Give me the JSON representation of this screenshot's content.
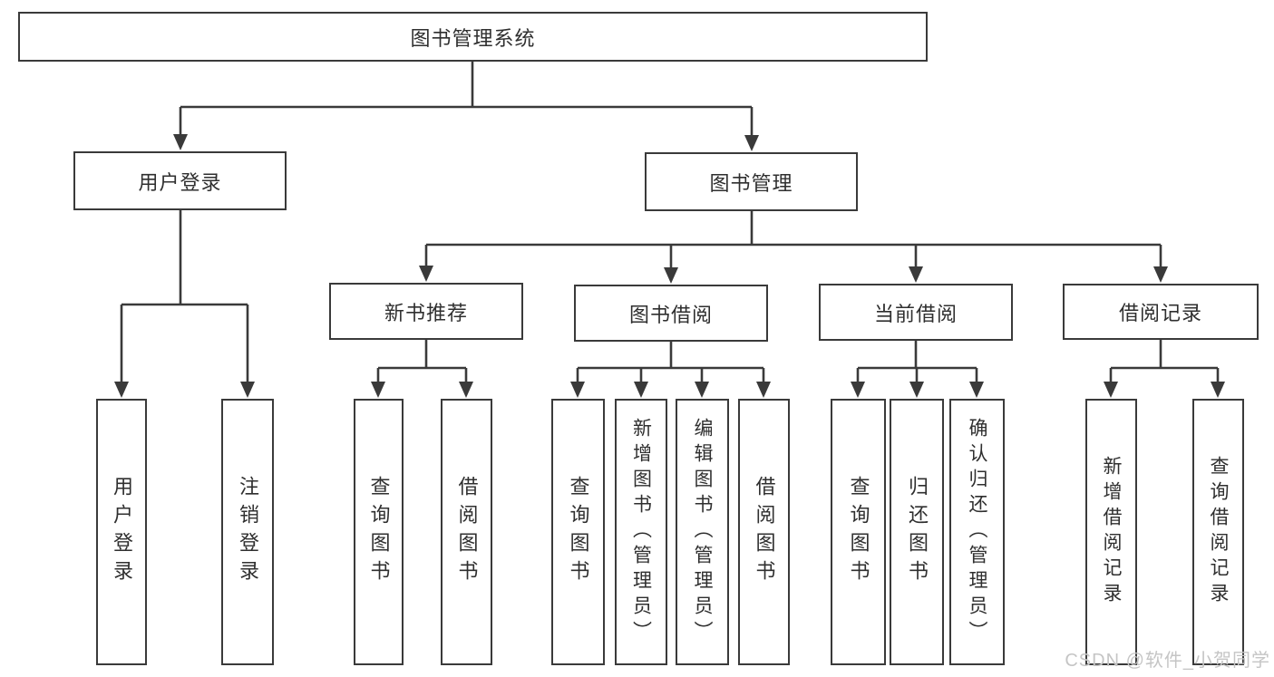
{
  "tree": {
    "root": "图书管理系统",
    "branches": [
      {
        "label": "用户登录",
        "children": [
          "用户登录",
          "注销登录"
        ]
      },
      {
        "label": "图书管理",
        "groups": [
          {
            "label": "新书推荐",
            "children": [
              "查询图书",
              "借阅图书"
            ]
          },
          {
            "label": "图书借阅",
            "children": [
              "查询图书",
              "新增图书（管理员）",
              "编辑图书（管理员）",
              "借阅图书"
            ]
          },
          {
            "label": "当前借阅",
            "children": [
              "查询图书",
              "归还图书",
              "确认归还（管理员）"
            ]
          },
          {
            "label": "借阅记录",
            "children": [
              "新增借阅记录",
              "查询借阅记录"
            ]
          }
        ]
      }
    ]
  },
  "watermark": "CSDN @软件_小贺同学",
  "colors": {
    "line": "#3a3a3a",
    "text": "#2f2f2f",
    "box_background": "#ffffff",
    "watermark": "#c5c5c5"
  }
}
